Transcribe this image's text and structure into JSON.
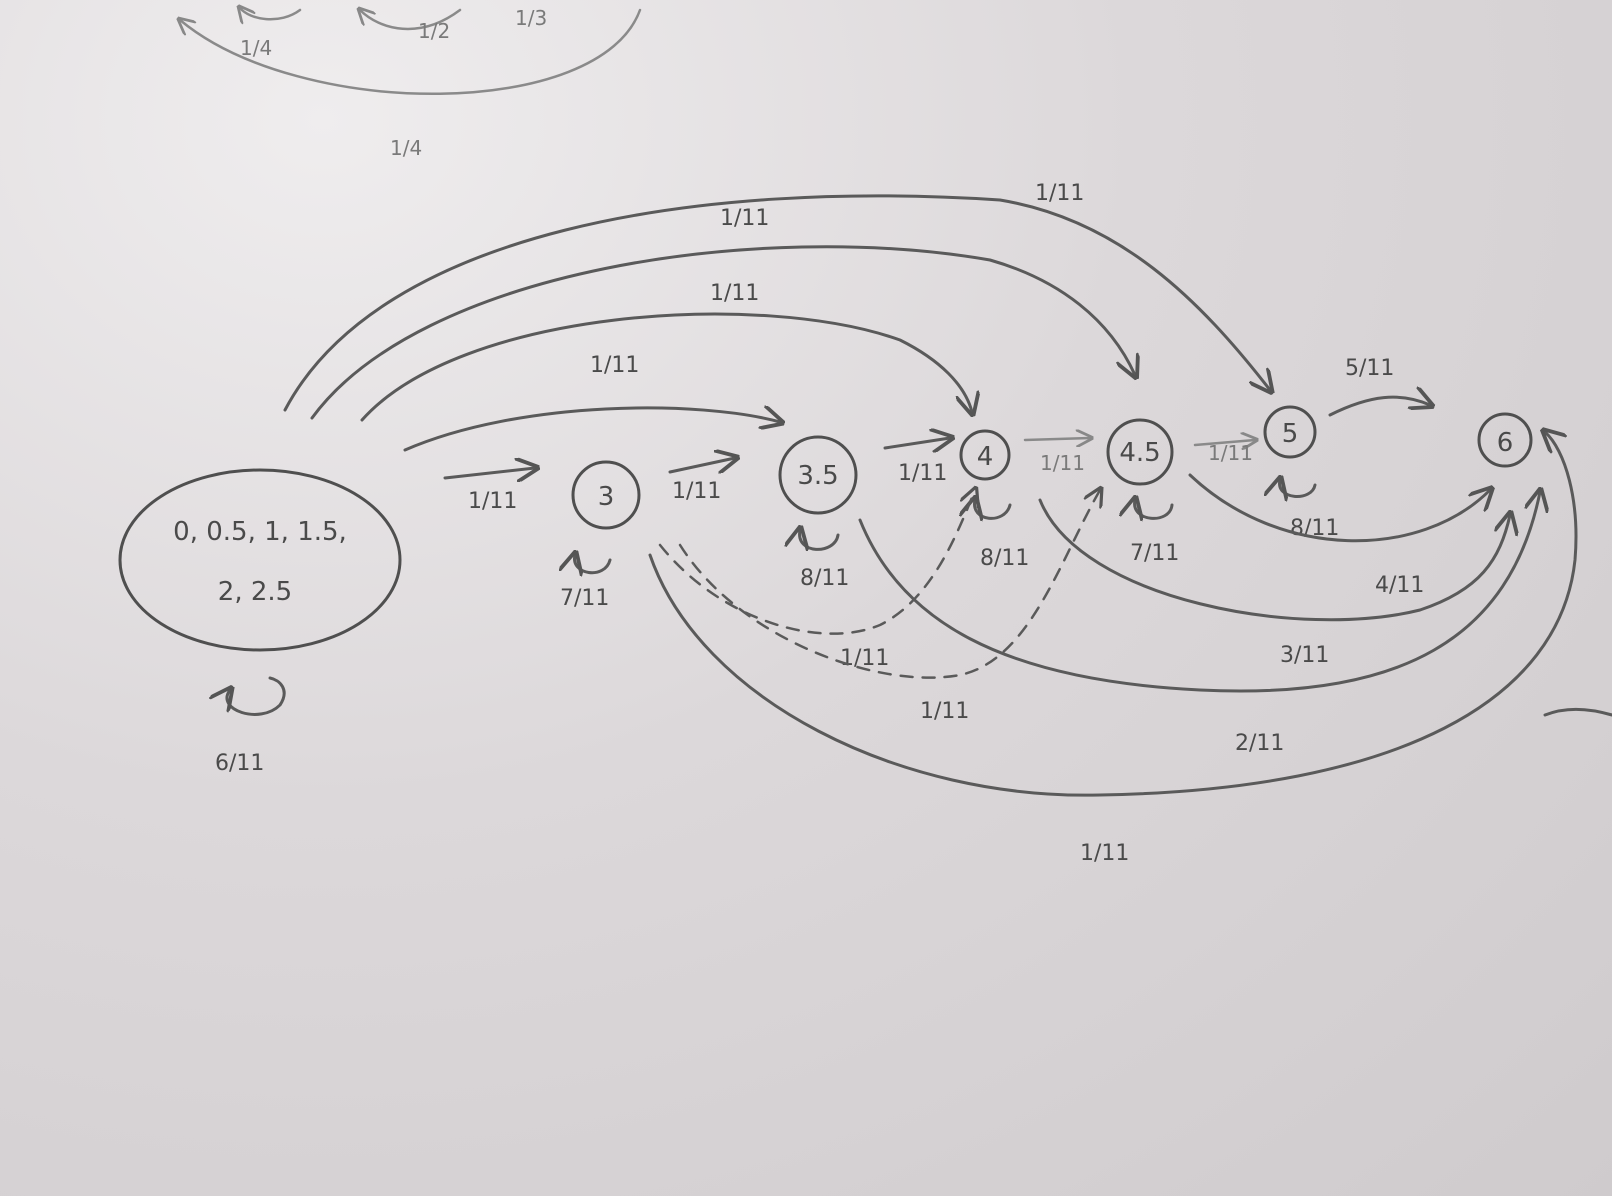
{
  "start_state": {
    "line1": "0, 0.5, 1, 1.5,",
    "line2": "2, 2.5"
  },
  "nodes": {
    "n3": "3",
    "n35": "3.5",
    "n4": "4",
    "n45": "4.5",
    "n5": "5",
    "n6": "6"
  },
  "self_loops": {
    "start": "6/11",
    "n3": "7/11",
    "n35": "8/11",
    "n4": "8/11",
    "n45": "7/11",
    "n5": "8/11"
  },
  "edges": {
    "start_to_3": "1/11",
    "n3_to_35": "1/11",
    "n35_to_4": "1/11",
    "n4_to_45": "1/11",
    "n45_to_5": "1/11",
    "n5_to_6": "5/11",
    "start_to_35": "1/11",
    "start_to_4": "1/11",
    "start_to_45": "1/11",
    "start_to_5": "1/11",
    "n45_to_6": "4/11",
    "n4_to_6": "3/11",
    "n35_to_6": "2/11",
    "n3_to_6": "1/11",
    "dashed_3_to_4": "1/11",
    "dashed_3_to_45": "1/11"
  },
  "faint_top": {
    "a": "1/4",
    "b": "1/2",
    "c": "1/3",
    "d": "1/4"
  }
}
